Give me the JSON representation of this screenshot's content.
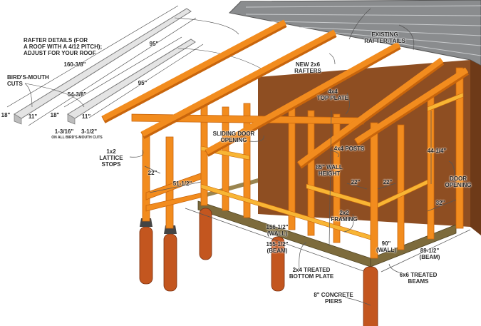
{
  "title": "Shed lean-to porch framing diagram",
  "rafter_details": {
    "heading": [
      "RAFTER DETAILS (FOR",
      "A ROOF WITH A 4/12 PITCH);",
      "ADJUST FOR YOUR ROOF"
    ],
    "long_rafter_length": "160-3/8\"",
    "long_rafter_top_segment": "95\"",
    "short_rafter_length": "54-3/8\"",
    "short_rafter_top_segment": "95\"",
    "birds_mouth": [
      "BIRD'S-MOUTH",
      "CUTS"
    ],
    "tail_1": "18\"",
    "seat_1": "11\"",
    "tail_2": "18\"",
    "seat_2": "11\"",
    "cut_depth": "1-3/16\"",
    "cut_seat": "3-1/2\"",
    "cut_note": "ON ALL BIRD'S-MOUTH CUTS"
  },
  "labels": {
    "lattice_stops": [
      "1x2",
      "LATTICE",
      "STOPS"
    ],
    "porch_depth": "22\"",
    "porch_width": "51-1/2\"",
    "sliding_door": [
      "SLIDING DOOR",
      "OPENING"
    ],
    "new_rafters": [
      "NEW 2x6",
      "RAFTERS"
    ],
    "existing_tails": [
      "EXISTING",
      "RAFTER-TAILS"
    ],
    "top_plate": [
      "4x4",
      "TOP PLATE"
    ],
    "posts": "4x4 POSTS",
    "wall_height": [
      "85\" WALL",
      "HEIGHT"
    ],
    "spacing_1": "22\"",
    "spacing_2": "22\"",
    "door_height": "44-1/4\"",
    "door_opening": [
      "DOOR",
      "OPENING"
    ],
    "door_width": "32\"",
    "framing": [
      "2x2",
      "FRAMING"
    ],
    "wall_long": [
      "156-1/2\"",
      "(WALL)"
    ],
    "beam_long": [
      "155-1/2\"",
      "(BEAM)"
    ],
    "bottom_plate": [
      "2x4 TREATED",
      "BOTTOM PLATE"
    ],
    "wall_short": [
      "90\"",
      "(WALL)"
    ],
    "beam_short": [
      "89-1/2\"",
      "(BEAM)"
    ],
    "beams": [
      "6x6 TREATED",
      "BEAMS"
    ],
    "piers": [
      "8\" CONCRETE",
      "PIERS"
    ]
  },
  "colors": {
    "lumber": "#F28C1E",
    "lumber_dark": "#C8650C",
    "siding": "#8E4E22",
    "roof": "#8A8C8E",
    "beam": "#7D6B3C",
    "pier": "#C3561F",
    "board": "#E4E4E4"
  }
}
